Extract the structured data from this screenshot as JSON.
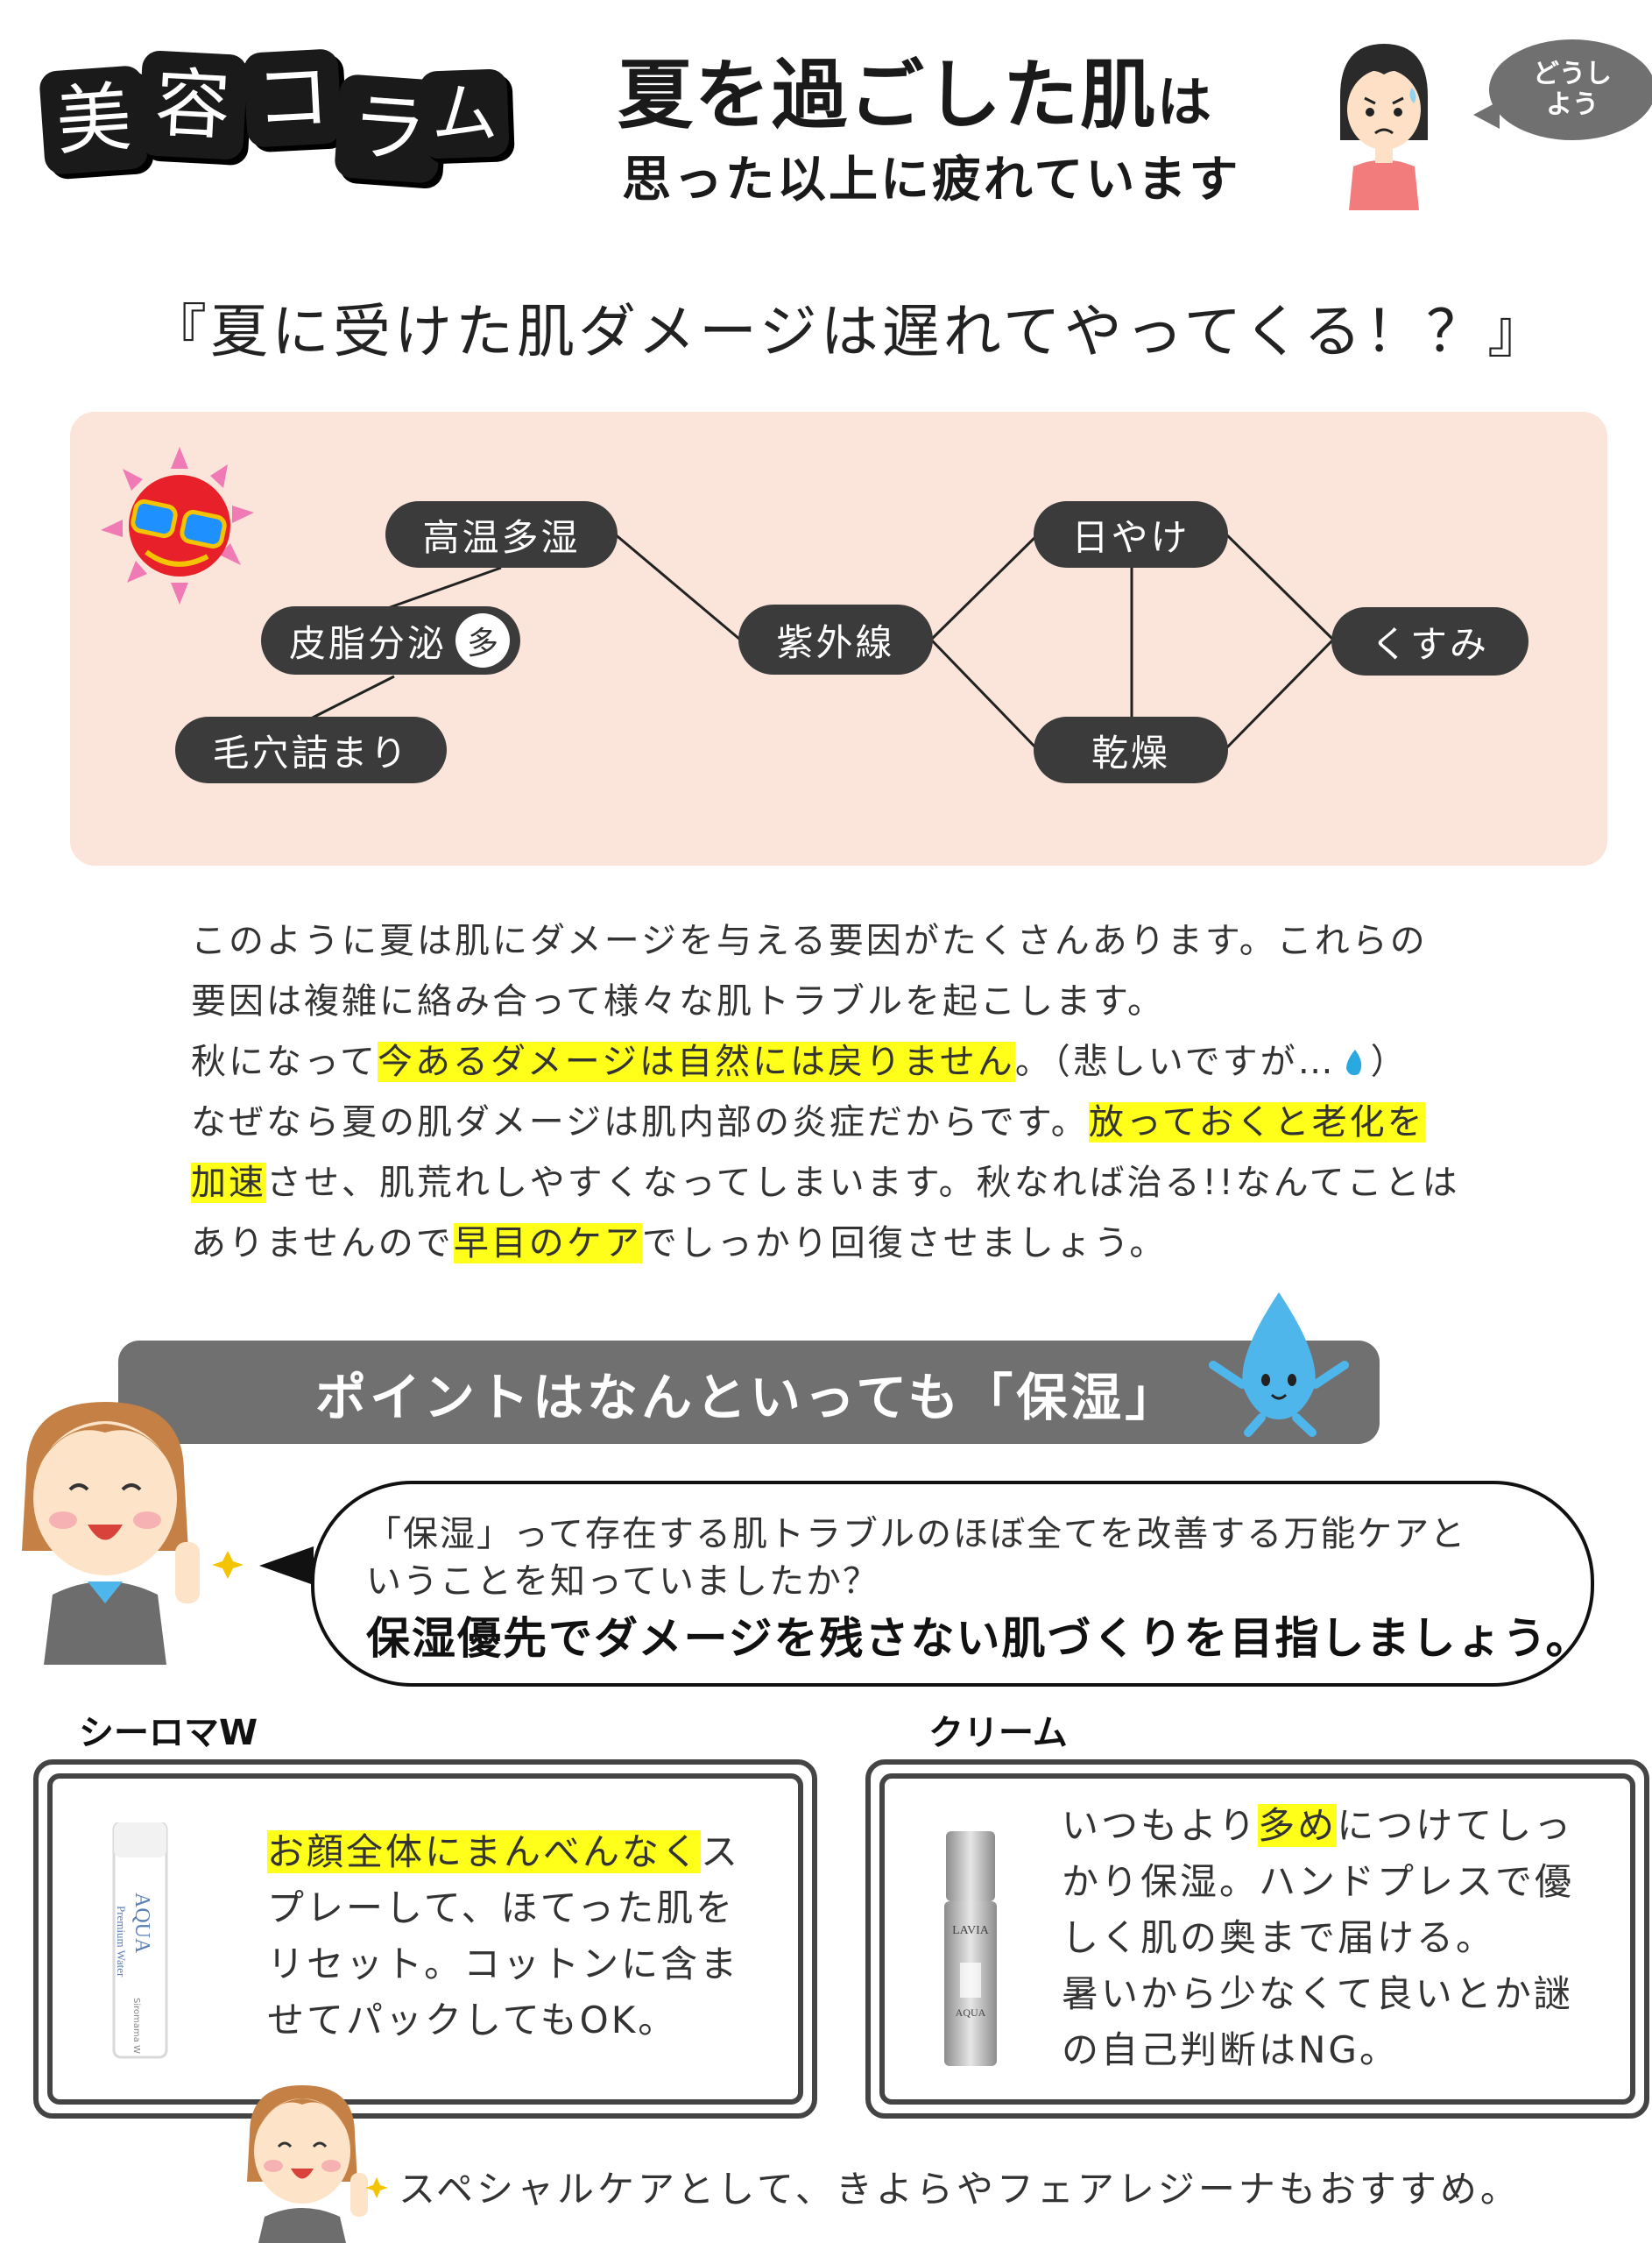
{
  "header": {
    "badge_chars": [
      "美",
      "容",
      "コ",
      "ラ",
      "ム"
    ],
    "title_main": "夏を過ごした肌",
    "title_suffix": "は",
    "title_line2": "思った以上に疲れています",
    "bubble_line1": "どうし",
    "bubble_line2": "よう"
  },
  "subtitle": "『夏に受けた肌ダメージは遅れてやってくる！？』",
  "diagram": {
    "nodes": {
      "high_temp": "高温多湿",
      "sebum": "皮脂分泌",
      "sebum_badge": "多",
      "pores": "毛穴詰まり",
      "uv": "紫外線",
      "tan": "日やけ",
      "dry": "乾燥",
      "dull": "くすみ"
    }
  },
  "body": {
    "l1": "このように夏は肌にダメージを与える要因がたくさんあります。これらの",
    "l2": "要因は複雑に絡み合って様々な肌トラブルを起こします。",
    "l3a": "秋になって",
    "l3hl": "今あるダメージは自然には戻りません",
    "l3b": "。（悲しいですが…",
    "l3c": "）",
    "l4a": "なぜなら夏の肌ダメージは肌内部の炎症だからです。",
    "l4hl": "放っておくと老化を",
    "l5hl": "加速",
    "l5b": "させ、肌荒れしやすくなってしまいます。秋なれば治る!!なんてことは",
    "l6a": "ありませんので",
    "l6hl": "早目のケア",
    "l6b": "でしっかり回復させましょう。"
  },
  "point": {
    "banner": "ポイントはなんといっても「保湿」",
    "dialog_l1": "「保湿」って存在する肌トラブルのほぼ全てを改善する万能ケアと",
    "dialog_l2": "いうことを知っていましたか？",
    "dialog_l3": "保湿優先でダメージを残さない肌づくりを目指しましょう。"
  },
  "products": {
    "left": {
      "label": "シーロマW",
      "hl": "お顔全体にまんべんなく",
      "t1": "ス",
      "t2": "プレーして、ほてった肌を",
      "t3": "リセット。コットンに含ま",
      "t4": "せてパックしてもOK。",
      "bottle_brand": "AQUA",
      "bottle_sub": "Premium Water",
      "bottle_name": "Siromama W"
    },
    "right": {
      "label": "クリーム",
      "t1a": "いつもより",
      "hl": "多め",
      "t1b": "につけてしっ",
      "t2": "かり保湿。ハンドプレスで優",
      "t3": "しく肌の奥まで届ける。",
      "t4": "暑いから少なくて良いとか謎",
      "t5": "の自己判断はNG。",
      "bottle_brand": "LAVIA",
      "bottle_sub": "AQUA"
    }
  },
  "footer": "スペシャルケアとして、きよらやフェアレジーナもおすすめ。",
  "colors": {
    "highlight": "#ffff1a",
    "panel_bg": "#fbe5da",
    "pill_bg": "#3b3b3b",
    "banner_bg": "#707070"
  }
}
